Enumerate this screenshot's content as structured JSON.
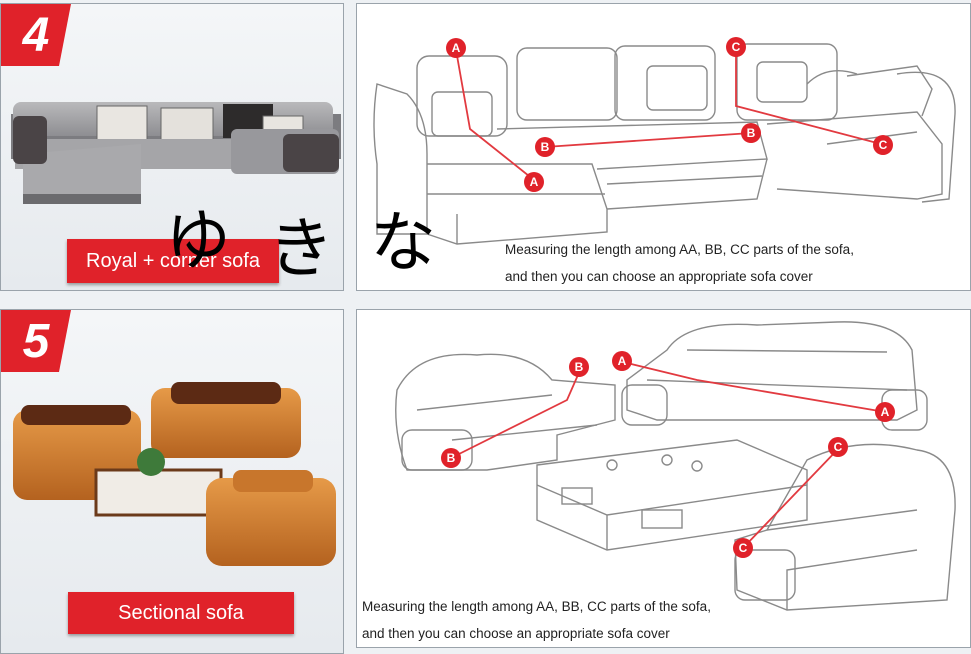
{
  "colors": {
    "accent_red": "#e0222a",
    "line_red": "#e23a40",
    "sketch": "#8a8a8a"
  },
  "panels": [
    {
      "number": "4",
      "product_label": "Royal + corner sofa",
      "caption_line1": "Measuring the length among AA, BB, CC parts of the sofa,",
      "caption_line2": "and then you can choose an appropriate sofa cover",
      "markers": [
        "A",
        "A",
        "B",
        "B",
        "C",
        "C"
      ]
    },
    {
      "number": "5",
      "product_label": "Sectional sofa",
      "caption_line1": "Measuring the length among AA, BB, CC parts of the sofa,",
      "caption_line2": "and then you can choose an appropriate sofa cover",
      "markers": [
        "A",
        "A",
        "B",
        "B",
        "C",
        "C"
      ]
    }
  ],
  "watermark": {
    "char1": "ゆ",
    "char2": "き",
    "char3": "な"
  }
}
